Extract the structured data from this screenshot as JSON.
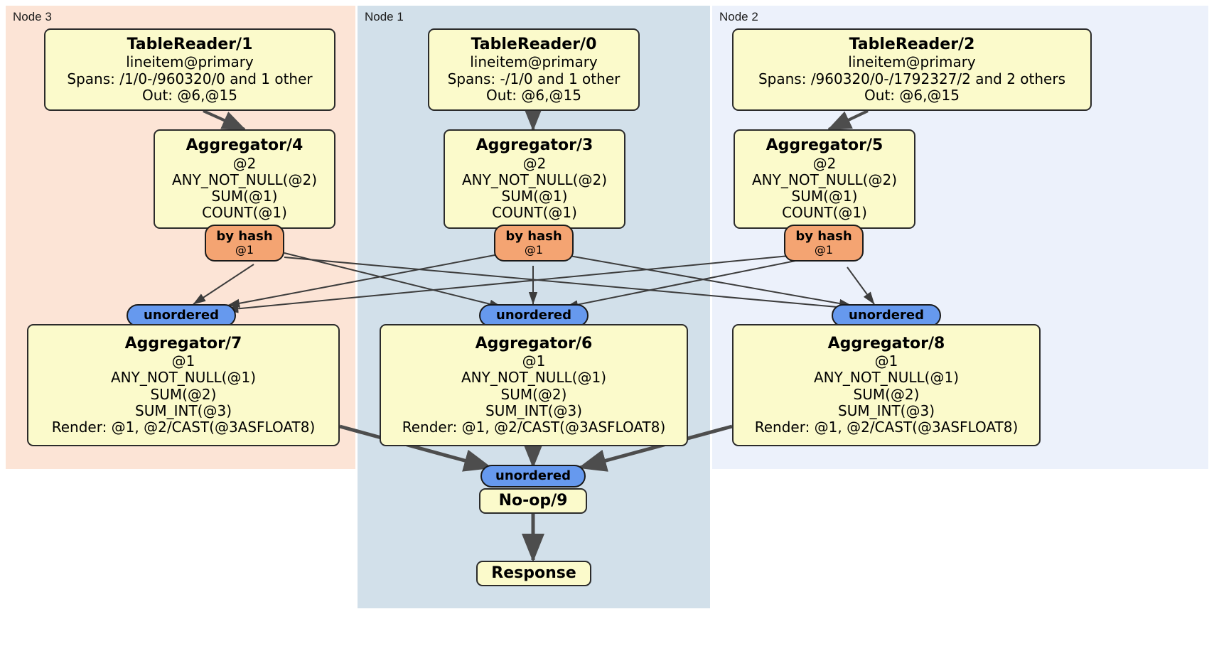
{
  "diagram": {
    "type": "distributed-query-plan",
    "colors": {
      "node3_panel": "#fce4d6",
      "node1_panel": "#d2e0ea",
      "node2_panel": "#ecf1fb",
      "processor_fill": "#fbfacb",
      "hash_router": "#f4a472",
      "unordered_sync": "#6699ee",
      "edge": "#4d4d4d",
      "border": "#2b2b2b"
    }
  },
  "panels": [
    {
      "id": "node3",
      "label": "Node 3"
    },
    {
      "id": "node1",
      "label": "Node 1"
    },
    {
      "id": "node2",
      "label": "Node 2"
    }
  ],
  "processors": {
    "tablereader1": {
      "title": "TableReader/1",
      "lines": [
        "lineitem@primary",
        "Spans: /1/0-/960320/0 and 1 other",
        "Out: @6,@15"
      ]
    },
    "tablereader0": {
      "title": "TableReader/0",
      "lines": [
        "lineitem@primary",
        "Spans: -/1/0 and 1 other",
        "Out: @6,@15"
      ]
    },
    "tablereader2": {
      "title": "TableReader/2",
      "lines": [
        "lineitem@primary",
        "Spans: /960320/0-/1792327/2 and 2 others",
        "Out: @6,@15"
      ]
    },
    "aggregator4": {
      "title": "Aggregator/4",
      "lines": [
        "@2",
        "ANY_NOT_NULL(@2)",
        "SUM(@1)",
        "COUNT(@1)"
      ]
    },
    "aggregator3": {
      "title": "Aggregator/3",
      "lines": [
        "@2",
        "ANY_NOT_NULL(@2)",
        "SUM(@1)",
        "COUNT(@1)"
      ]
    },
    "aggregator5": {
      "title": "Aggregator/5",
      "lines": [
        "@2",
        "ANY_NOT_NULL(@2)",
        "SUM(@1)",
        "COUNT(@1)"
      ]
    },
    "aggregator7": {
      "title": "Aggregator/7",
      "lines": [
        "@1",
        "ANY_NOT_NULL(@1)",
        "SUM(@2)",
        "SUM_INT(@3)",
        "Render: @1, @2/CAST(@3ASFLOAT8)"
      ]
    },
    "aggregator6": {
      "title": "Aggregator/6",
      "lines": [
        "@1",
        "ANY_NOT_NULL(@1)",
        "SUM(@2)",
        "SUM_INT(@3)",
        "Render: @1, @2/CAST(@3ASFLOAT8)"
      ]
    },
    "aggregator8": {
      "title": "Aggregator/8",
      "lines": [
        "@1",
        "ANY_NOT_NULL(@1)",
        "SUM(@2)",
        "SUM_INT(@3)",
        "Render: @1, @2/CAST(@3ASFLOAT8)"
      ]
    },
    "noop9": {
      "title": "No-op/9",
      "lines": []
    },
    "response": {
      "title": "Response",
      "lines": []
    }
  },
  "routers": {
    "hash_left": {
      "label": "by hash",
      "sub": "@1"
    },
    "hash_center": {
      "label": "by hash",
      "sub": "@1"
    },
    "hash_right": {
      "label": "by hash",
      "sub": "@1"
    },
    "sync_left": {
      "label": "unordered"
    },
    "sync_center": {
      "label": "unordered"
    },
    "sync_right": {
      "label": "unordered"
    },
    "sync_final": {
      "label": "unordered"
    }
  }
}
